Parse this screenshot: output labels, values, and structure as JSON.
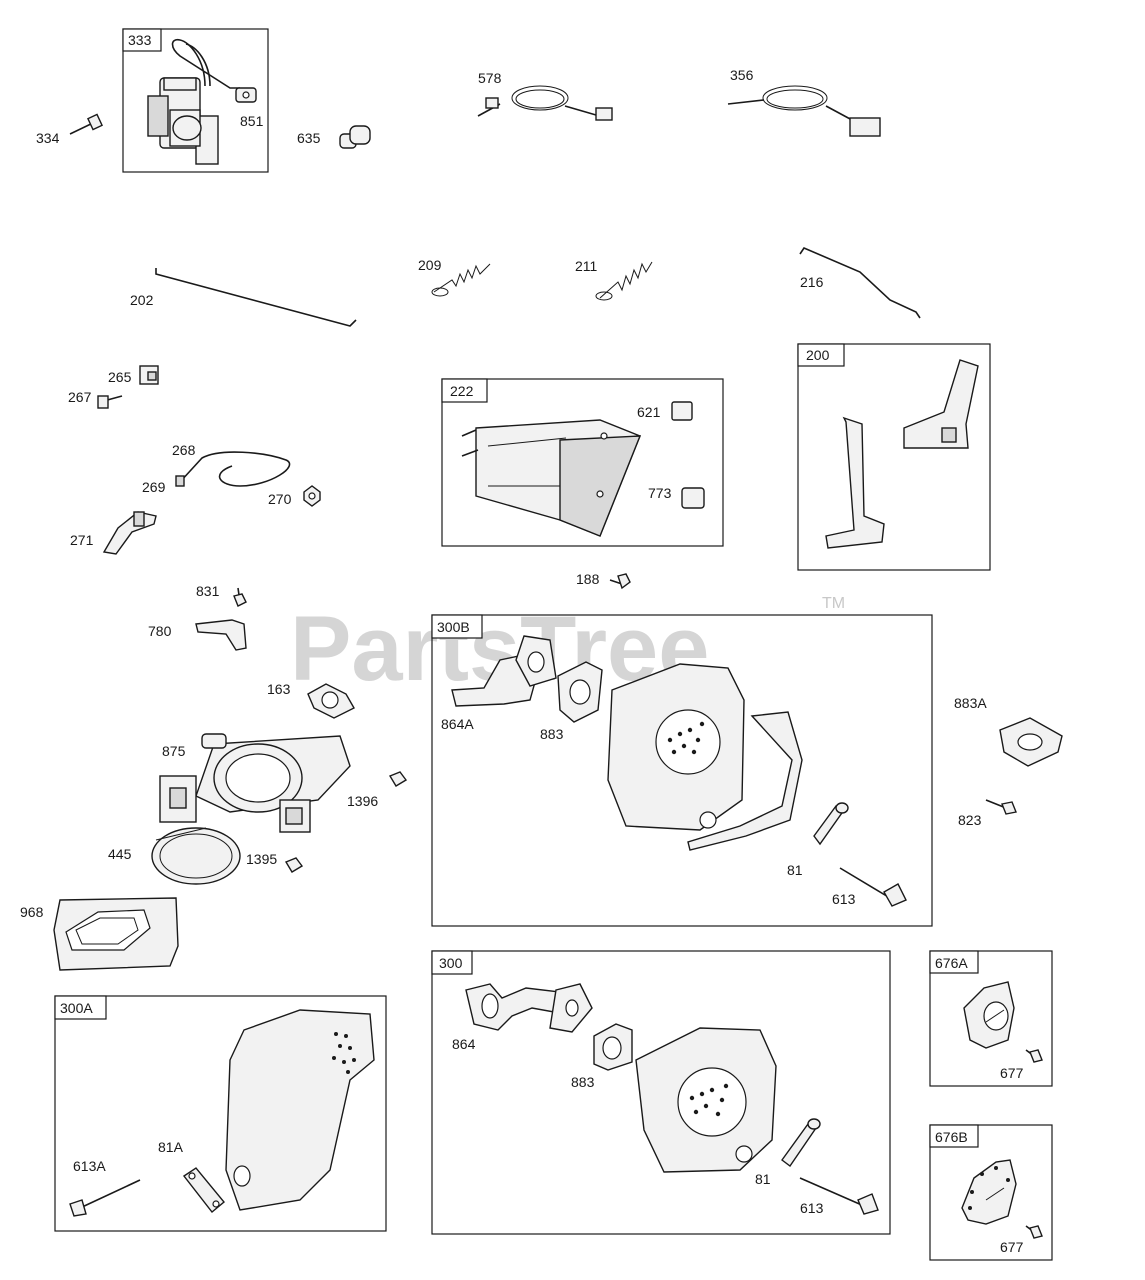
{
  "watermark": {
    "text": "PartsTree",
    "trademark": "TM"
  },
  "assemblies": [
    {
      "id": "333"
    },
    {
      "id": "222"
    },
    {
      "id": "200"
    },
    {
      "id": "300B"
    },
    {
      "id": "300"
    },
    {
      "id": "300A"
    },
    {
      "id": "676A"
    },
    {
      "id": "676B"
    }
  ],
  "callouts": {
    "p334": "334",
    "p851": "851",
    "p635": "635",
    "p578": "578",
    "p356": "356",
    "p202": "202",
    "p209": "209",
    "p211": "211",
    "p216": "216",
    "p265": "265",
    "p267": "267",
    "p268": "268",
    "p269": "269",
    "p270": "270",
    "p271": "271",
    "p621": "621",
    "p773": "773",
    "p188": "188",
    "p831": "831",
    "p780": "780",
    "p163": "163",
    "p875": "875",
    "p1396": "1396",
    "p445": "445",
    "p1395": "1395",
    "p968": "968",
    "p864A": "864A",
    "p883_b": "883",
    "p81_b": "81",
    "p613_b": "613",
    "p883A": "883A",
    "p823": "823",
    "p864": "864",
    "p883_c": "883",
    "p81_c": "81",
    "p613_c": "613",
    "p613A": "613A",
    "p81A": "81A",
    "p677_a": "677",
    "p677_b": "677"
  }
}
